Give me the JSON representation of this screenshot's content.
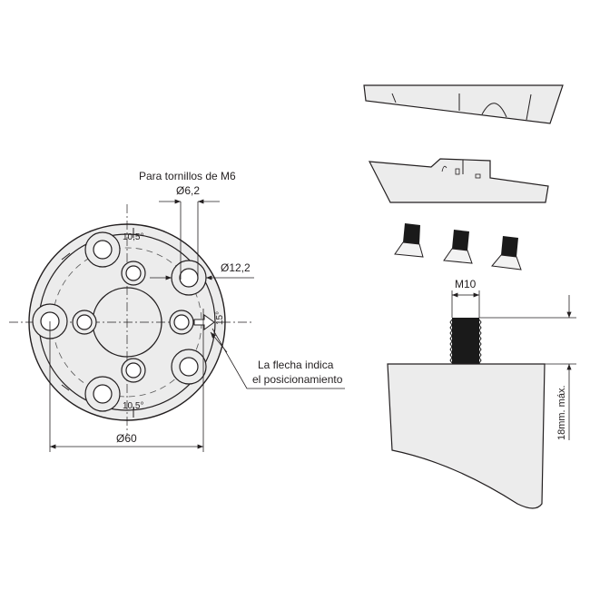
{
  "diagram": {
    "colors": {
      "line": "#231f20",
      "fill": "#ececec",
      "screw": "#1a1a1a",
      "background": "#ffffff"
    },
    "top_view": {
      "screw_note": "Para tornillos de M6",
      "hole_diameter": "Ø6,2",
      "counterbore_diameter": "Ø12,2",
      "angle_top": "10,5°",
      "angle_bottom": "10,5°",
      "angle_arrow": "15°",
      "outer_diameter": "Ø60",
      "arrow_note_line1": "La flecha indica",
      "arrow_note_line2": "el posicionamiento"
    },
    "side_view": {
      "thread_size": "M10",
      "max_length": "18mm. máx."
    }
  }
}
